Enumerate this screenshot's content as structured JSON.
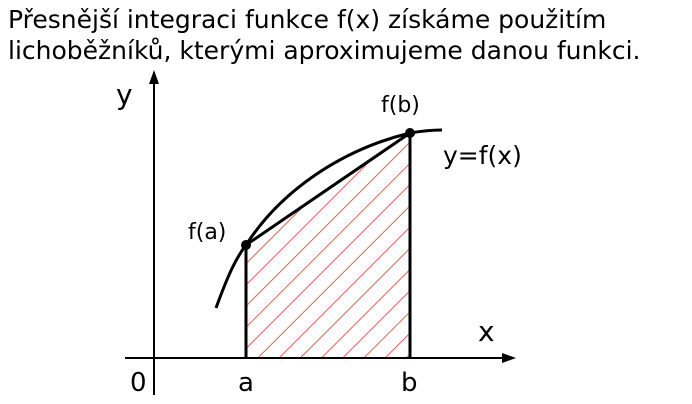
{
  "heading": {
    "line1": "Přesnější integraci funkce f(x) získáme použitím",
    "line2": "lichoběžníků, kterými aproximujeme danou funkci."
  },
  "diagram": {
    "y_axis_label": "y",
    "x_axis_label": "x",
    "origin_label": "0",
    "point_a_tick": "a",
    "point_b_tick": "b",
    "point_a_value": "f(a)",
    "point_b_value": "f(b)",
    "curve_label": "y=f(x)",
    "hatch_color": "#e8332f",
    "curve_color": "#000000"
  }
}
